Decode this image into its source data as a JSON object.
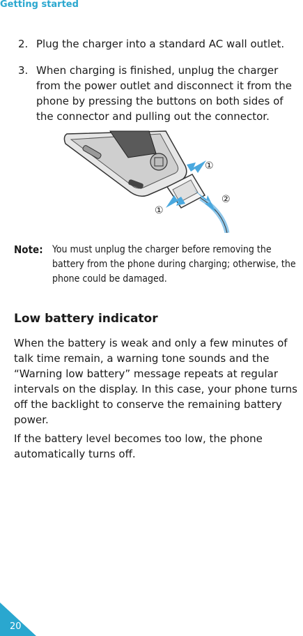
{
  "header": {
    "section": "Getting started"
  },
  "steps": [
    {
      "number": "2.",
      "text": "Plug the charger into a standard AC wall outlet."
    },
    {
      "number": "3.",
      "text": "When charging is finished, unplug the charger from the power outlet and disconnect it from the phone by pressing the buttons on both sides of the connector and pulling out the connector."
    }
  ],
  "figure": {
    "callout_1": "①",
    "callout_2": "②",
    "callout_1b": "①"
  },
  "note": {
    "label": "Note",
    "separator": ":",
    "text": "You must unplug the charger before removing the battery from the phone during charging; otherwise, the phone could be damaged."
  },
  "section": {
    "title": "Low battery indicator",
    "paragraphs": [
      "When the battery is weak and only a few minutes of talk time remain, a warning tone sounds and the “Warning low battery” message repeats at regular intervals on the display. In this case, your phone turns off the backlight to conserve the remaining battery power.",
      "If the battery level becomes too low, the phone automatically turns off."
    ]
  },
  "footer": {
    "page_number": "20"
  },
  "colors": {
    "accent": "#2aa7cf",
    "arrow": "#4aa8de",
    "text": "#1a1a1a"
  }
}
